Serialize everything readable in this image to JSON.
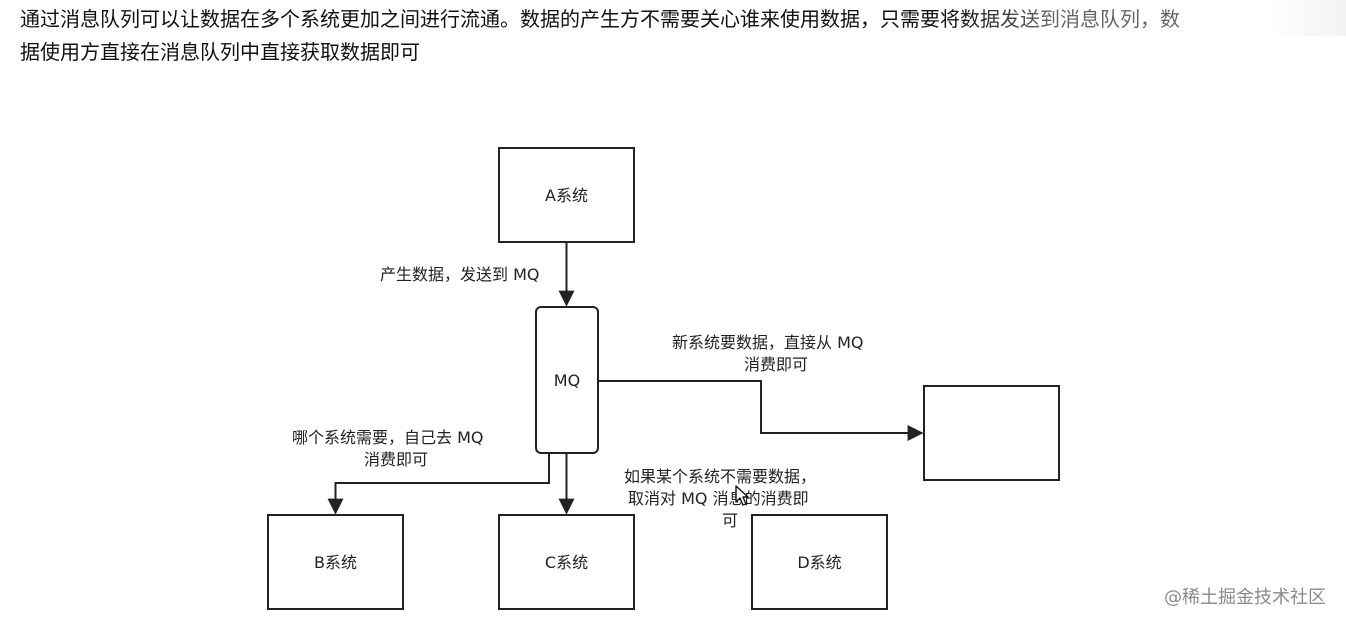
{
  "intro": {
    "line1": "通过消息队列可以让数据在多个系统更加之间进行流通。数据的产生方不需要关心谁来使用数据，只需要将数据发送到消息队列，数",
    "line2": "据使用方直接在消息队列中直接获取数据即可"
  },
  "diagram": {
    "nodes": {
      "a": "A系统",
      "mq": "MQ",
      "new": "",
      "b": "B系统",
      "c": "C系统",
      "d": "D系统"
    },
    "edges": {
      "a_to_mq": "产生数据，发送到 MQ",
      "mq_to_new_line1": "新系统要数据，直接从 MQ",
      "mq_to_new_line2": "消费即可",
      "mq_to_b_line1": "哪个系统需要，自己去 MQ",
      "mq_to_b_line2": "消费即可",
      "d_note_line1": "如果某个系统不需要数据，",
      "d_note_line2": "取消对 MQ 消息的消费即",
      "d_note_line3": "可"
    },
    "colors": {
      "stroke": "#222222",
      "text": "#222222",
      "background": "#ffffff"
    }
  },
  "watermark": "@稀土掘金技术社区",
  "icons": {
    "cursor": "mouse-pointer-icon"
  }
}
